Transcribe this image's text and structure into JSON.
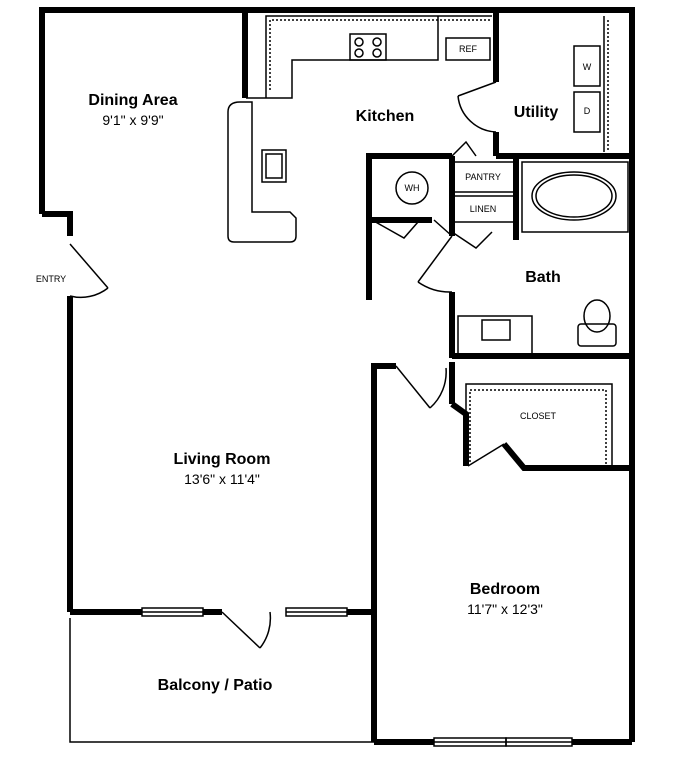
{
  "rooms": {
    "dining": {
      "name": "Dining Area",
      "dims": "9'1\" x 9'9\""
    },
    "kitchen": {
      "name": "Kitchen"
    },
    "utility": {
      "name": "Utility"
    },
    "bath": {
      "name": "Bath"
    },
    "living": {
      "name": "Living Room",
      "dims": "13'6\" x 11'4\""
    },
    "bedroom": {
      "name": "Bedroom",
      "dims": "11'7\" x 12'3\""
    },
    "balcony": {
      "name": "Balcony / Patio"
    }
  },
  "fixtures": {
    "entry": "ENTRY",
    "ref": "REF",
    "wh": "WH",
    "pantry": "PANTRY",
    "linen": "LINEN",
    "closet": "CLOSET",
    "washer": "W",
    "dryer": "D"
  }
}
